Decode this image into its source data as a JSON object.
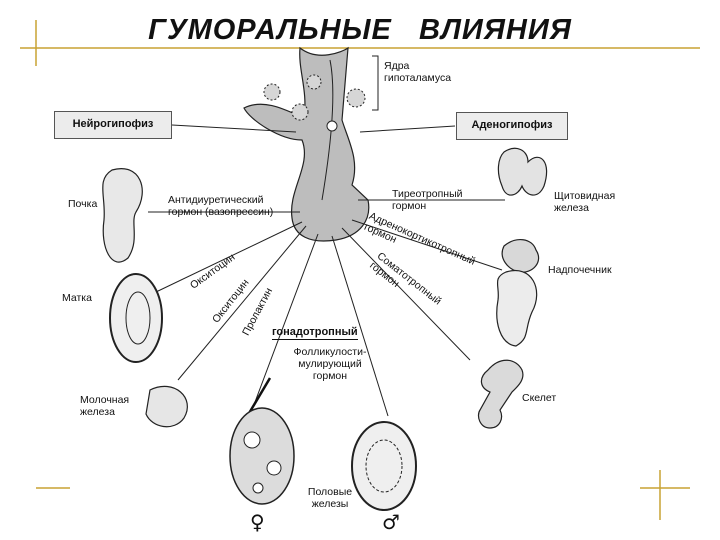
{
  "title": "ГУМОРАЛЬНЫЕ   ВЛИЯНИЯ",
  "labels": {
    "hypothalamus_nuclei": [
      "Ядра",
      "гипоталамуса"
    ],
    "neurohypophysis": "Нейрогипофиз",
    "adenohypophysis": "Аденогипофиз",
    "kidney": "Почка",
    "adh": [
      "Антидиуретический",
      "гормон (вазопрессин)"
    ],
    "oxytocin": "Окситоцин",
    "uterus": "Матка",
    "oxytocin2": "Окситоцин",
    "prolactin": "Пролактин",
    "mammary": [
      "Молочная",
      "железа"
    ],
    "gonadotropic": "гонадотропный",
    "fsh": [
      "Фолликулости-",
      "мулирующий",
      "гормон"
    ],
    "gonads": [
      "Половые",
      "железы"
    ],
    "tsh": [
      "Тиреотропный",
      "гормон"
    ],
    "thyroid": [
      "Щитовидная",
      "железа"
    ],
    "acth": [
      "Адренокортикотропный",
      "гормон"
    ],
    "adrenal": "Надпочечник",
    "somatotropic": [
      "Соматотропный",
      "гормон"
    ],
    "skeleton": "Скелет",
    "female_symbol": "♀",
    "male_symbol": "♂"
  }
}
